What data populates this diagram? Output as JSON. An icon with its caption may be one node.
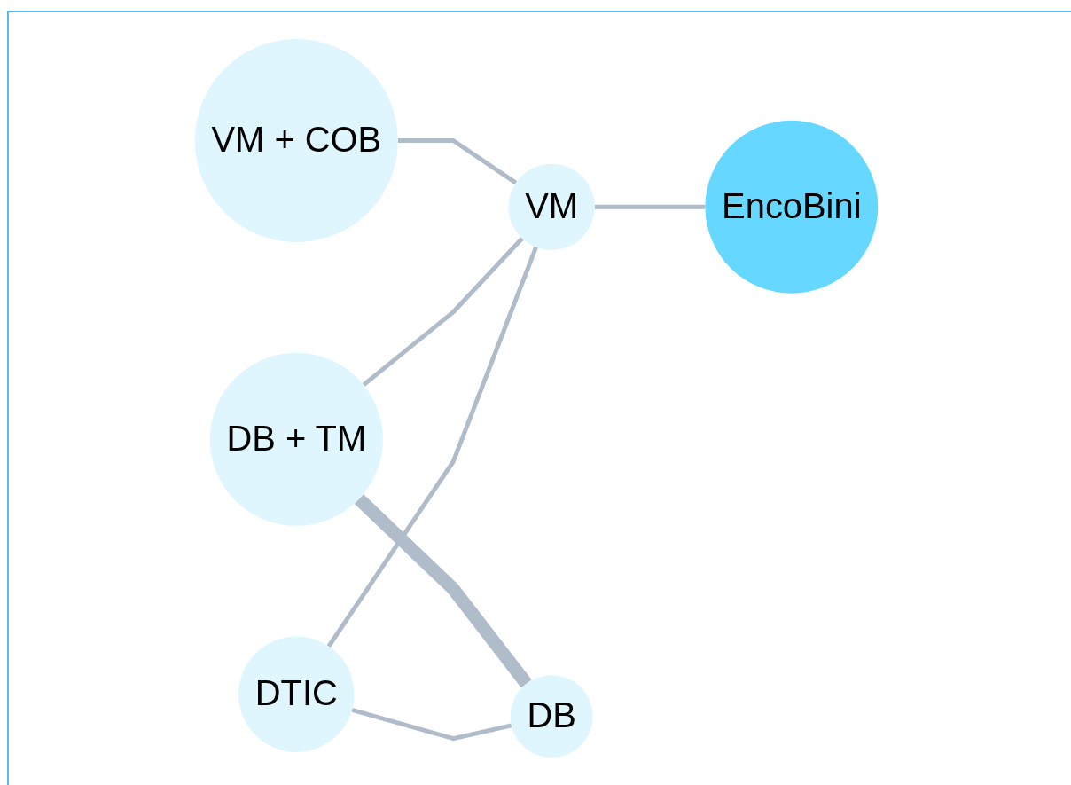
{
  "diagram": {
    "nodes": [
      {
        "text": [
          "DTIC"
        ]
      },
      {
        "text": [
          "DB + TM"
        ]
      },
      {
        "text": [
          "VM + COB"
        ]
      },
      {
        "text": [
          "VM"
        ]
      },
      {
        "text": [
          "EncoBini"
        ]
      },
      {
        "text": [
          "DB"
        ]
      }
    ],
    "edges": [
      {
        "from": 0,
        "to": 3,
        "arrow": "none"
      },
      {
        "from": 0,
        "to": 5,
        "arrow": "none"
      },
      {
        "from": 1,
        "to": 5,
        "arrow": "none",
        "style": "thick"
      },
      {
        "from": 1,
        "to": 3,
        "arrow": "none"
      },
      {
        "from": 2,
        "to": 3,
        "arrow": "none"
      },
      {
        "from": 3,
        "to": 4,
        "arrow": "none"
      }
    ]
  }
}
